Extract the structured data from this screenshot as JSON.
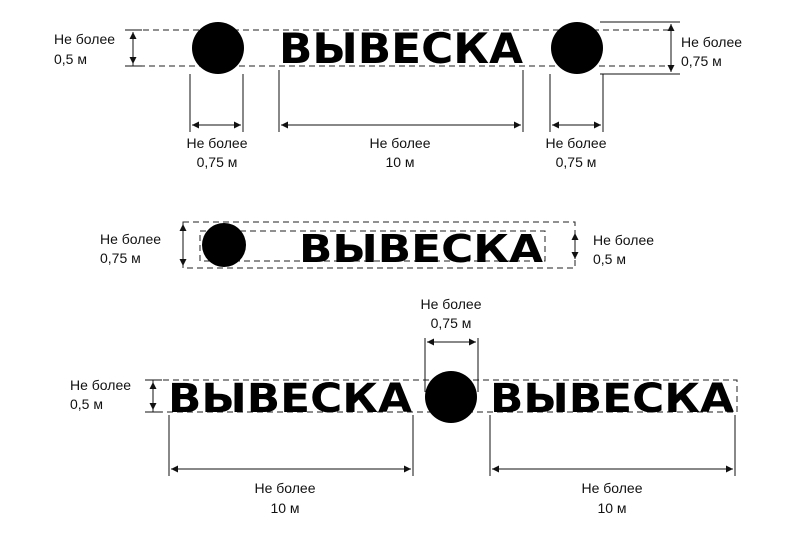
{
  "sign_word": "ВЫВЕСКА",
  "diagram1": {
    "height_label_left": {
      "line1": "Не более",
      "line2": "0,5 м"
    },
    "height_label_right": {
      "line1": "Не более",
      "line2": "0,75 м"
    },
    "dim_left_circle": {
      "line1": "Не более",
      "line2": "0,75 м"
    },
    "dim_sign_length": {
      "line1": "Не более",
      "line2": "10 м"
    },
    "dim_right_circle": {
      "line1": "Не более",
      "line2": "0,75 м"
    }
  },
  "diagram2": {
    "height_label_left": {
      "line1": "Не более",
      "line2": "0,75 м"
    },
    "height_label_right": {
      "line1": "Не более",
      "line2": "0,5 м"
    }
  },
  "diagram3": {
    "height_label_left": {
      "line1": "Не более",
      "line2": "0,5 м"
    },
    "dim_circle_top": {
      "line1": "Не более",
      "line2": "0,75 м"
    },
    "dim_sign_left": {
      "line1": "Не более",
      "line2": "10 м"
    },
    "dim_sign_right": {
      "line1": "Не более",
      "line2": "10 м"
    }
  }
}
